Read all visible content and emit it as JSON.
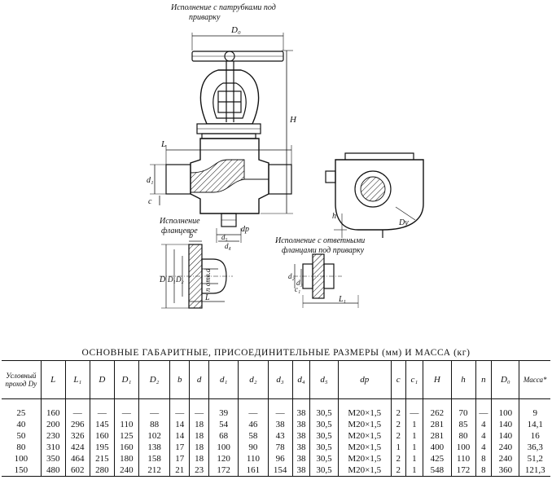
{
  "drawing": {
    "labels": {
      "top_caption_1": "Исполнение с патрубками под",
      "top_caption_2": "приварку",
      "flanged_1": "Исполнение",
      "flanged_2": "фланцевое",
      "counter_1": "Исполнение с ответными",
      "counter_2": "фланцами под приварку",
      "D0": "D₀",
      "H": "H",
      "L": "L",
      "d1": "d₁",
      "c": "c",
      "dp": "dр",
      "d5": "d₅",
      "d4": "d₄",
      "b": "b",
      "D": "D",
      "D1": "D₁",
      "D2": "D₂",
      "n_otv_d": "n отв.d",
      "L_bottom": "L",
      "h": "h",
      "Dy": "Dу",
      "d2": "d₂",
      "c1": "c₁",
      "d3": "d₃",
      "L1": "L₁"
    }
  },
  "table": {
    "caption": "ОСНОВНЫЕ ГАБАРИТНЫЕ, ПРИСОЕДИНИТЕЛЬНЫЕ РАЗМЕРЫ (мм) И МАССА (кг)",
    "headers": [
      "Условный проход Dу",
      "L",
      "L₁",
      "D",
      "D₁",
      "D₂",
      "b",
      "d",
      "d₁",
      "d₂",
      "d₃",
      "d₄",
      "d₅",
      "dр",
      "c",
      "c₁",
      "H",
      "h",
      "n",
      "D₀",
      "Масса*"
    ],
    "rows": [
      [
        "25",
        "160",
        "—",
        "—",
        "—",
        "—",
        "—",
        "—",
        "39",
        "—",
        "—",
        "38",
        "30,5",
        "M20×1,5",
        "2",
        "—",
        "262",
        "70",
        "—",
        "100",
        "9"
      ],
      [
        "40",
        "200",
        "296",
        "145",
        "110",
        "88",
        "14",
        "18",
        "54",
        "46",
        "38",
        "38",
        "30,5",
        "M20×1,5",
        "2",
        "1",
        "281",
        "85",
        "4",
        "140",
        "14,1"
      ],
      [
        "50",
        "230",
        "326",
        "160",
        "125",
        "102",
        "14",
        "18",
        "68",
        "58",
        "43",
        "38",
        "30,5",
        "M20×1,5",
        "2",
        "1",
        "281",
        "80",
        "4",
        "140",
        "16"
      ],
      [
        "80",
        "310",
        "424",
        "195",
        "160",
        "138",
        "17",
        "18",
        "100",
        "90",
        "78",
        "38",
        "30,5",
        "M20×1,5",
        "1",
        "1",
        "400",
        "100",
        "4",
        "240",
        "36,3"
      ],
      [
        "100",
        "350",
        "464",
        "215",
        "180",
        "158",
        "17",
        "18",
        "120",
        "110",
        "96",
        "38",
        "30,5",
        "M20×1,5",
        "2",
        "1",
        "425",
        "110",
        "8",
        "240",
        "51,2"
      ],
      [
        "150",
        "480",
        "602",
        "280",
        "240",
        "212",
        "21",
        "23",
        "172",
        "161",
        "154",
        "38",
        "30,5",
        "M20×1,5",
        "2",
        "1",
        "548",
        "172",
        "8",
        "360",
        "121,3"
      ]
    ]
  }
}
